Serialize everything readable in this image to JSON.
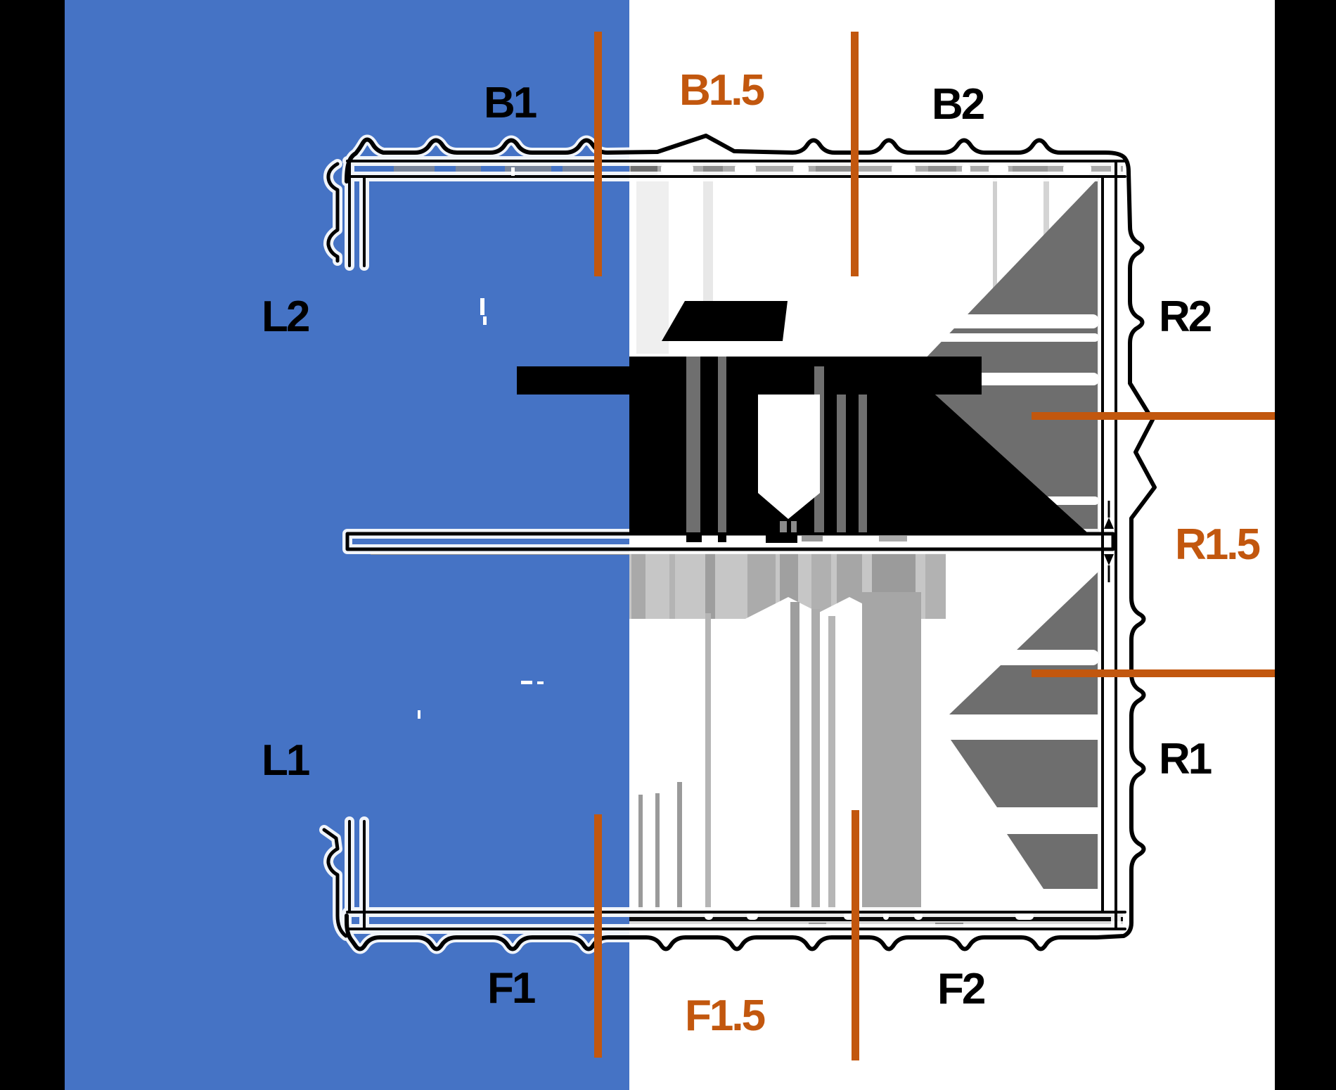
{
  "scene": {
    "description": "Posterized architectural roof plan with corrugated sheet edges, half covered by a blue overlay, with orange section-cut lines and section labels",
    "drawing_type": "roof plan"
  },
  "colors": {
    "overlay_blue": "#4573C5",
    "section_orange": "#C2570E",
    "letterbox_black": "#000000",
    "shade_dark_gray": "#6E6E6E",
    "shade_light_gray": "#C6C6C6",
    "band_gray": "#ACACAC",
    "ink": "#000000"
  },
  "markers": {
    "b1": {
      "label": "B1"
    },
    "b1_5": {
      "label": "B1.5"
    },
    "b2": {
      "label": "B2"
    },
    "l2": {
      "label": "L2"
    },
    "r2": {
      "label": "R2"
    },
    "r1_5": {
      "label": "R1.5"
    },
    "l1": {
      "label": "L1"
    },
    "r1": {
      "label": "R1"
    },
    "f1": {
      "label": "F1"
    },
    "f1_5": {
      "label": "F1.5"
    },
    "f2": {
      "label": "F2"
    }
  }
}
